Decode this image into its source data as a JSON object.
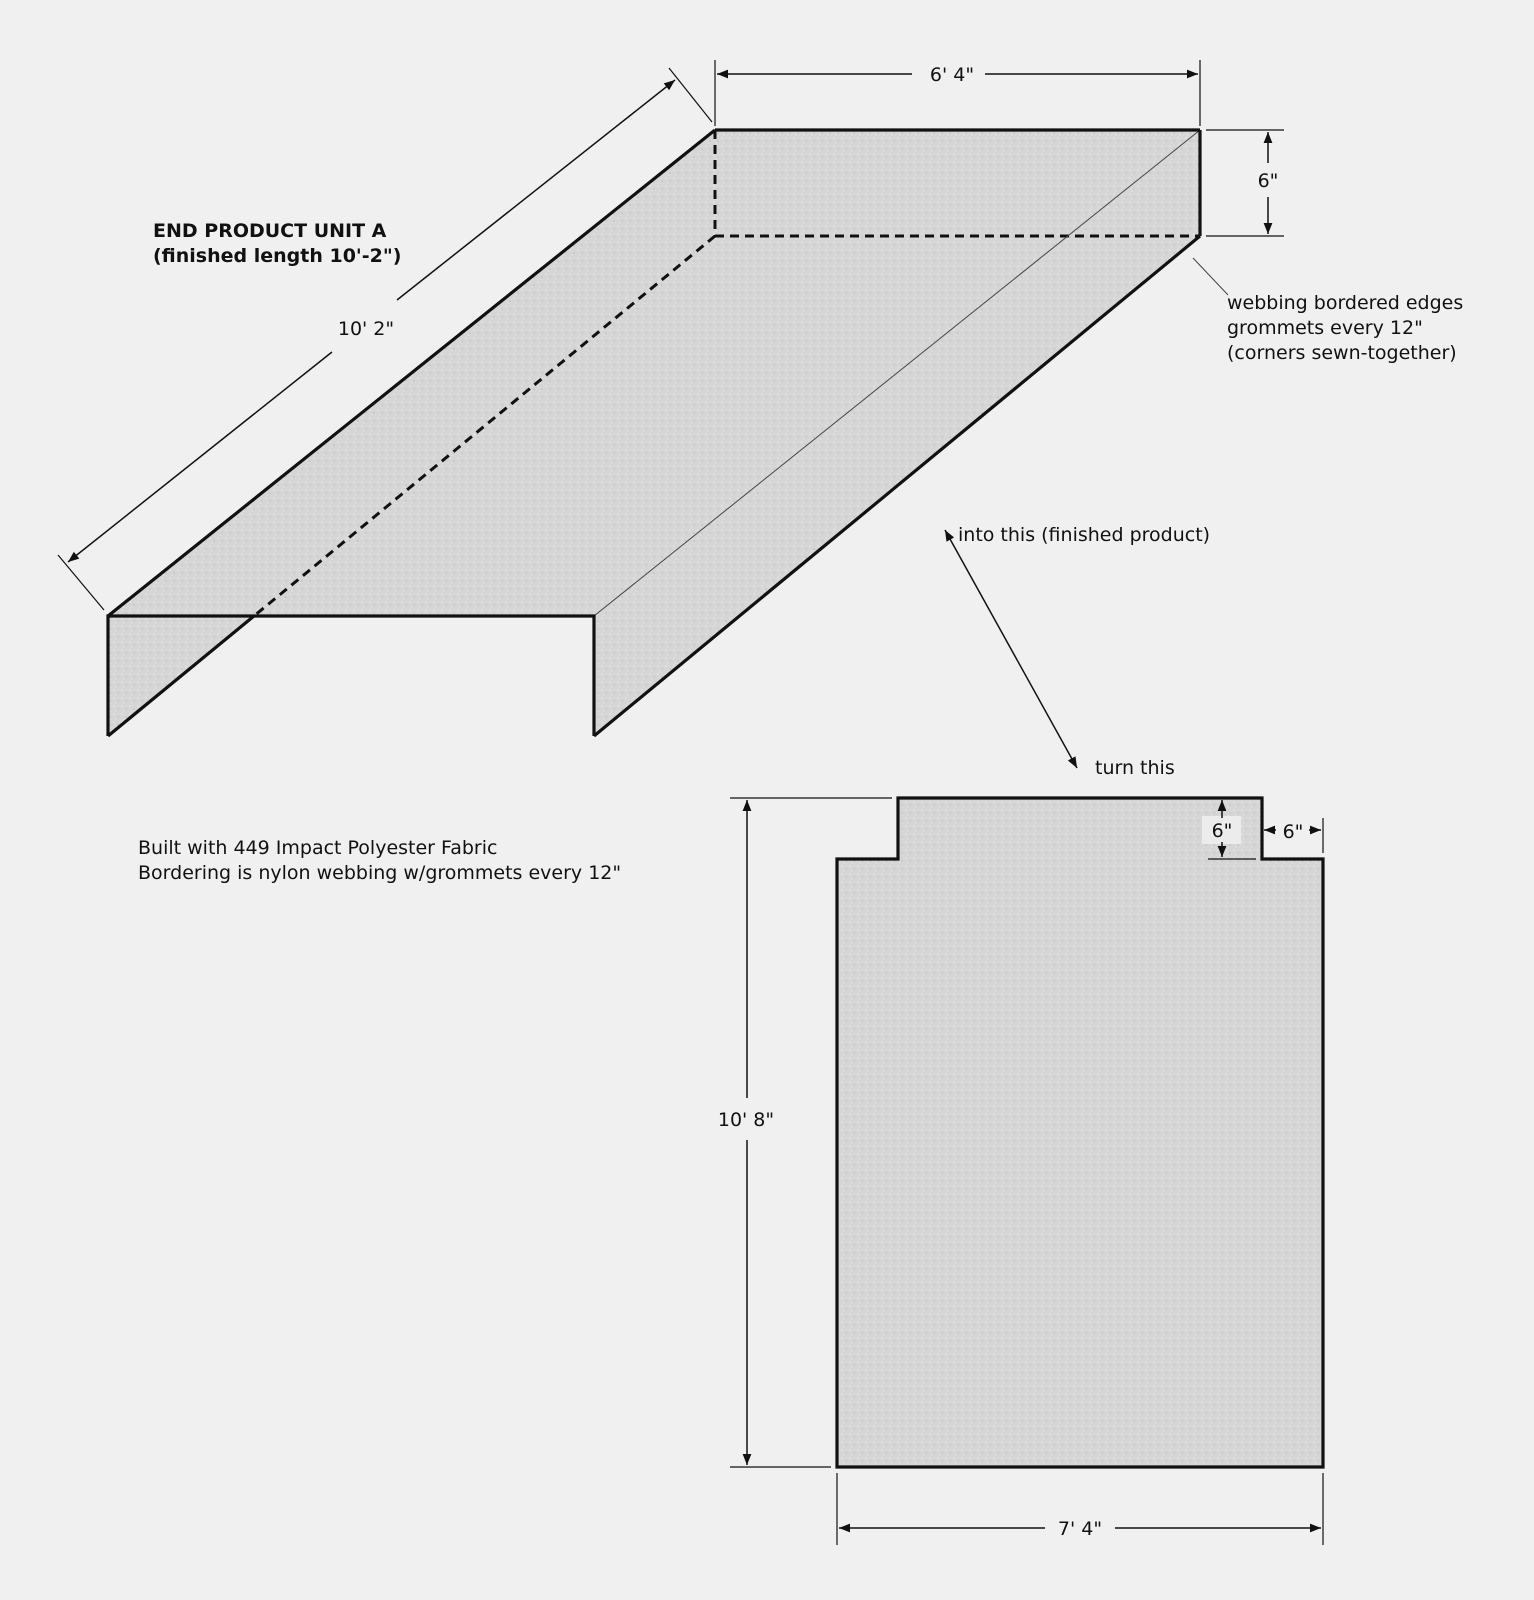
{
  "unit": {
    "title": "END PRODUCT UNIT A",
    "subtitle": "(finished length 10'-2\")"
  },
  "dimensions": {
    "length_3d": "10' 2\"",
    "width_3d": "6' 4\"",
    "height_3d": "6\"",
    "flat_height": "10' 8\"",
    "flat_width": "7' 4\"",
    "notch_depth": "6\"",
    "notch_width": "6\""
  },
  "notes": {
    "webbing_line1": "webbing bordered edges",
    "webbing_line2": "grommets every 12\"",
    "webbing_line3": "(corners sewn-together)",
    "into_this": "into this (finished product)",
    "turn_this": "turn this",
    "material_line1": "Built with 449 Impact Polyester Fabric",
    "material_line2": "Bordering is nylon webbing w/grommets every 12\""
  },
  "colors": {
    "background": "#f0f0f0",
    "fabric": "#d6d6d6",
    "line": "#111111"
  }
}
